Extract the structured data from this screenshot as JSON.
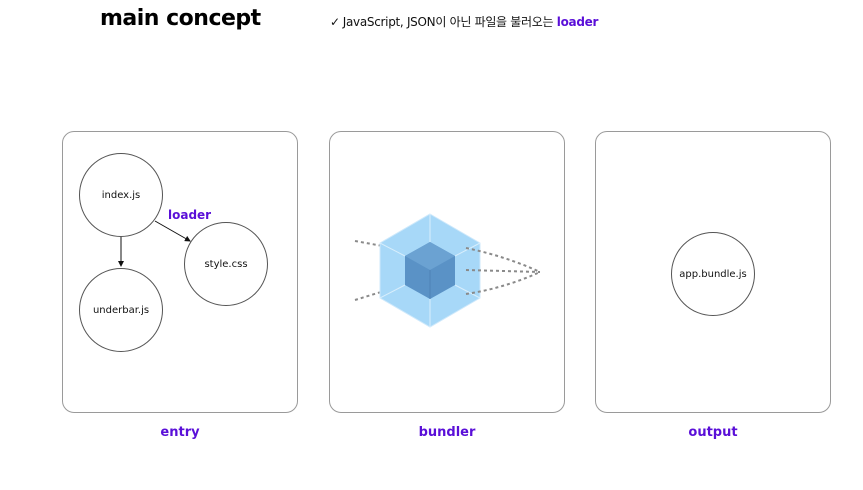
{
  "header": {
    "title": "main concept",
    "subtitle_check": "✓",
    "subtitle_text": "JavaScript, JSON이 아닌 파일을 불러오는",
    "subtitle_highlight": "loader"
  },
  "panels": {
    "entry": {
      "caption": "entry",
      "nodes": {
        "index": "index.js",
        "style": "style.css",
        "underbar": "underbar.js"
      },
      "loader_label": "loader"
    },
    "bundler": {
      "caption": "bundler",
      "icon": "webpack-cube-icon"
    },
    "output": {
      "caption": "output",
      "nodes": {
        "bundle": "app.bundle.js"
      }
    }
  },
  "colors": {
    "accent": "#5a0fd8",
    "cube_outer": "#a7d8f8",
    "cube_inner": "#5a92c6",
    "border": "#9a9a9a"
  }
}
